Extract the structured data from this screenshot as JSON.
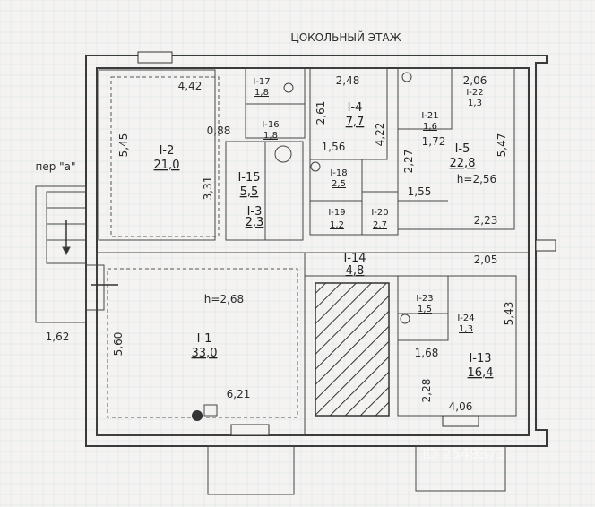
{
  "title": "ЦОКОЛЬНЫЙ ЭТАЖ",
  "street_label": "пер \"а\"",
  "watermark": "ID 2549373",
  "rooms": [
    {
      "id": "I-1",
      "area": "33,0"
    },
    {
      "id": "I-2",
      "area": "21,0"
    },
    {
      "id": "I-3",
      "area": "2,3"
    },
    {
      "id": "I-4",
      "area": "7,7"
    },
    {
      "id": "I-5",
      "area": "22,8"
    },
    {
      "id": "I-13",
      "area": "16,4"
    },
    {
      "id": "I-14",
      "area": "4,8"
    },
    {
      "id": "I-15",
      "area": "5,5"
    },
    {
      "id": "I-16",
      "area": "1,8"
    },
    {
      "id": "I-17",
      "area": "1,8"
    },
    {
      "id": "I-18",
      "area": "2,5"
    },
    {
      "id": "I-19",
      "area": "1,2"
    },
    {
      "id": "I-20",
      "area": "2,7"
    },
    {
      "id": "I-21",
      "area": "1,6"
    },
    {
      "id": "I-22",
      "area": "1,3"
    },
    {
      "id": "I-23",
      "area": "1,5"
    },
    {
      "id": "I-24",
      "area": "1,3"
    }
  ],
  "heights": {
    "h1": "h=2,68",
    "h2": "h=2,56"
  },
  "dimensions": [
    "4,42",
    "5,45",
    "0,88",
    "3,31",
    "2,48",
    "2,61",
    "4,22",
    "1,56",
    "2,06",
    "1,72",
    "5,47",
    "2,27",
    "1,55",
    "2,23",
    "2,05",
    "5,43",
    "1,68",
    "2,28",
    "4,06",
    "5,60",
    "6,21",
    "1,62"
  ]
}
